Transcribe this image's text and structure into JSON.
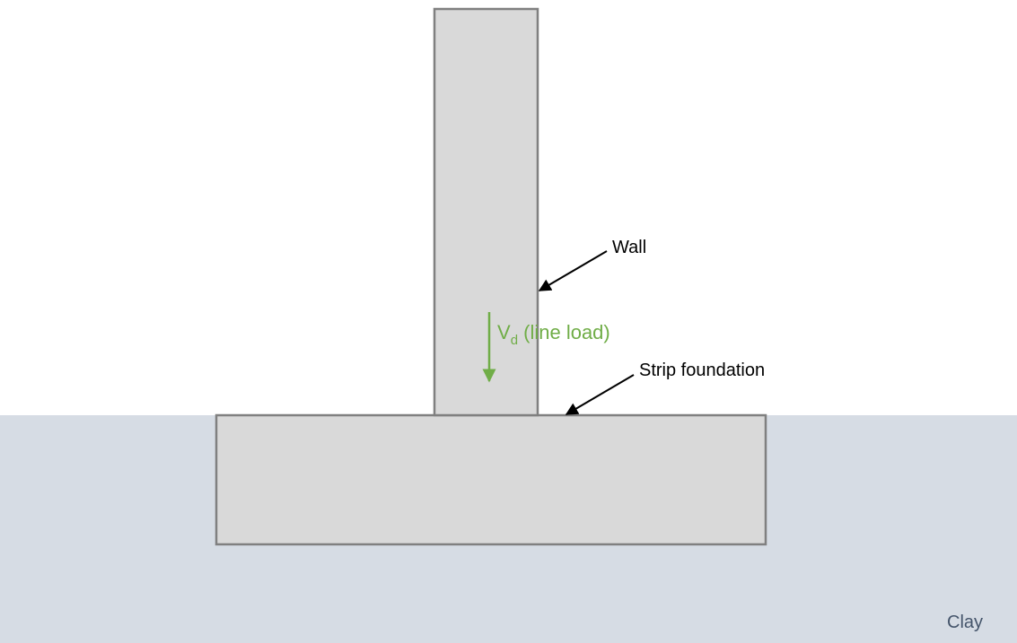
{
  "labels": {
    "wall": "Wall",
    "load_symbol": "V",
    "load_subscript": "d",
    "load_description": " (line load)",
    "foundation": "Strip foundation",
    "soil": "Clay"
  },
  "colors": {
    "background": "#ffffff",
    "soil": "#d6dce4",
    "concrete_fill": "#d9d9d9",
    "concrete_outline": "#808080",
    "load": "#70ad47",
    "annotation": "#000000",
    "soil_label": "#44546a"
  }
}
